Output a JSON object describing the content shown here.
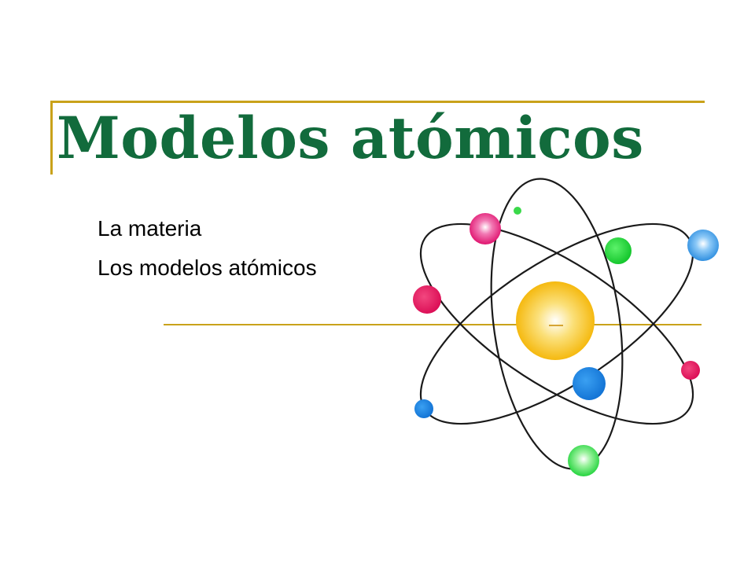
{
  "slide": {
    "title": "Modelos atómicos",
    "subtitle_lines": [
      "La materia",
      "Los modelos atómicos"
    ]
  },
  "atom_image": {
    "description_icon": "atom-icon",
    "electron_colors": [
      "#e6157a",
      "#1f8fe6",
      "#2ed94f",
      "#1b7fe6"
    ],
    "nucleus_color": "#f7c219"
  },
  "theme": {
    "title_color": "#126b3c",
    "rule_color": "#c9a21a",
    "text_color": "#000000"
  }
}
